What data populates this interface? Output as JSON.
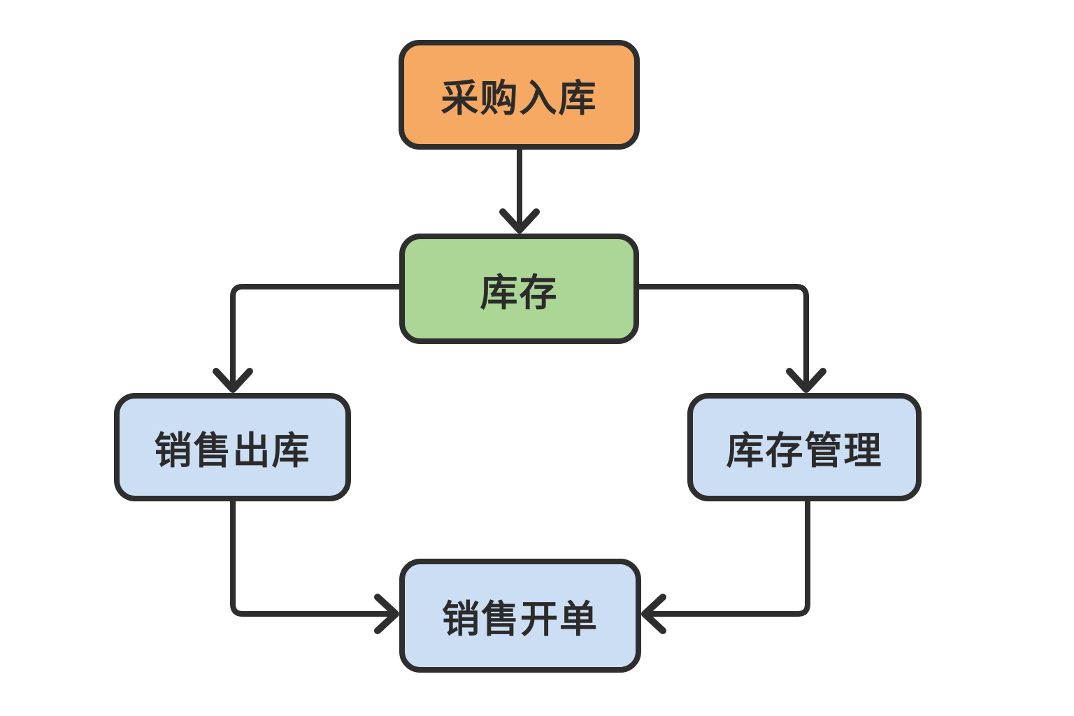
{
  "diagram": {
    "type": "flowchart",
    "background": "#ffffff",
    "stroke_color": "#2e2e2e",
    "text_color": "#2b2b2b",
    "nodes": [
      {
        "id": "purchase-inbound",
        "label": "采购入库",
        "fill": "#F6A963",
        "shape": "rounded-rect"
      },
      {
        "id": "inventory",
        "label": "库存",
        "fill": "#ABD696",
        "shape": "rounded-rect"
      },
      {
        "id": "sales-outbound",
        "label": "销售出库",
        "fill": "#CCDEF3",
        "shape": "rounded-rect"
      },
      {
        "id": "inventory-management",
        "label": "库存管理",
        "fill": "#CCDEF3",
        "shape": "rounded-rect"
      },
      {
        "id": "sales-billing",
        "label": "销售开单",
        "fill": "#CCDEF3",
        "shape": "rounded-rect"
      }
    ],
    "edges": [
      {
        "from": "采购入库",
        "to": "库存",
        "route": "down"
      },
      {
        "from": "库存",
        "to": "销售出库",
        "route": "left-then-down"
      },
      {
        "from": "库存",
        "to": "库存管理",
        "route": "right-then-down"
      },
      {
        "from": "销售出库",
        "to": "销售开单",
        "route": "down-then-right"
      },
      {
        "from": "库存管理",
        "to": "销售开单",
        "route": "down-then-left"
      }
    ]
  }
}
